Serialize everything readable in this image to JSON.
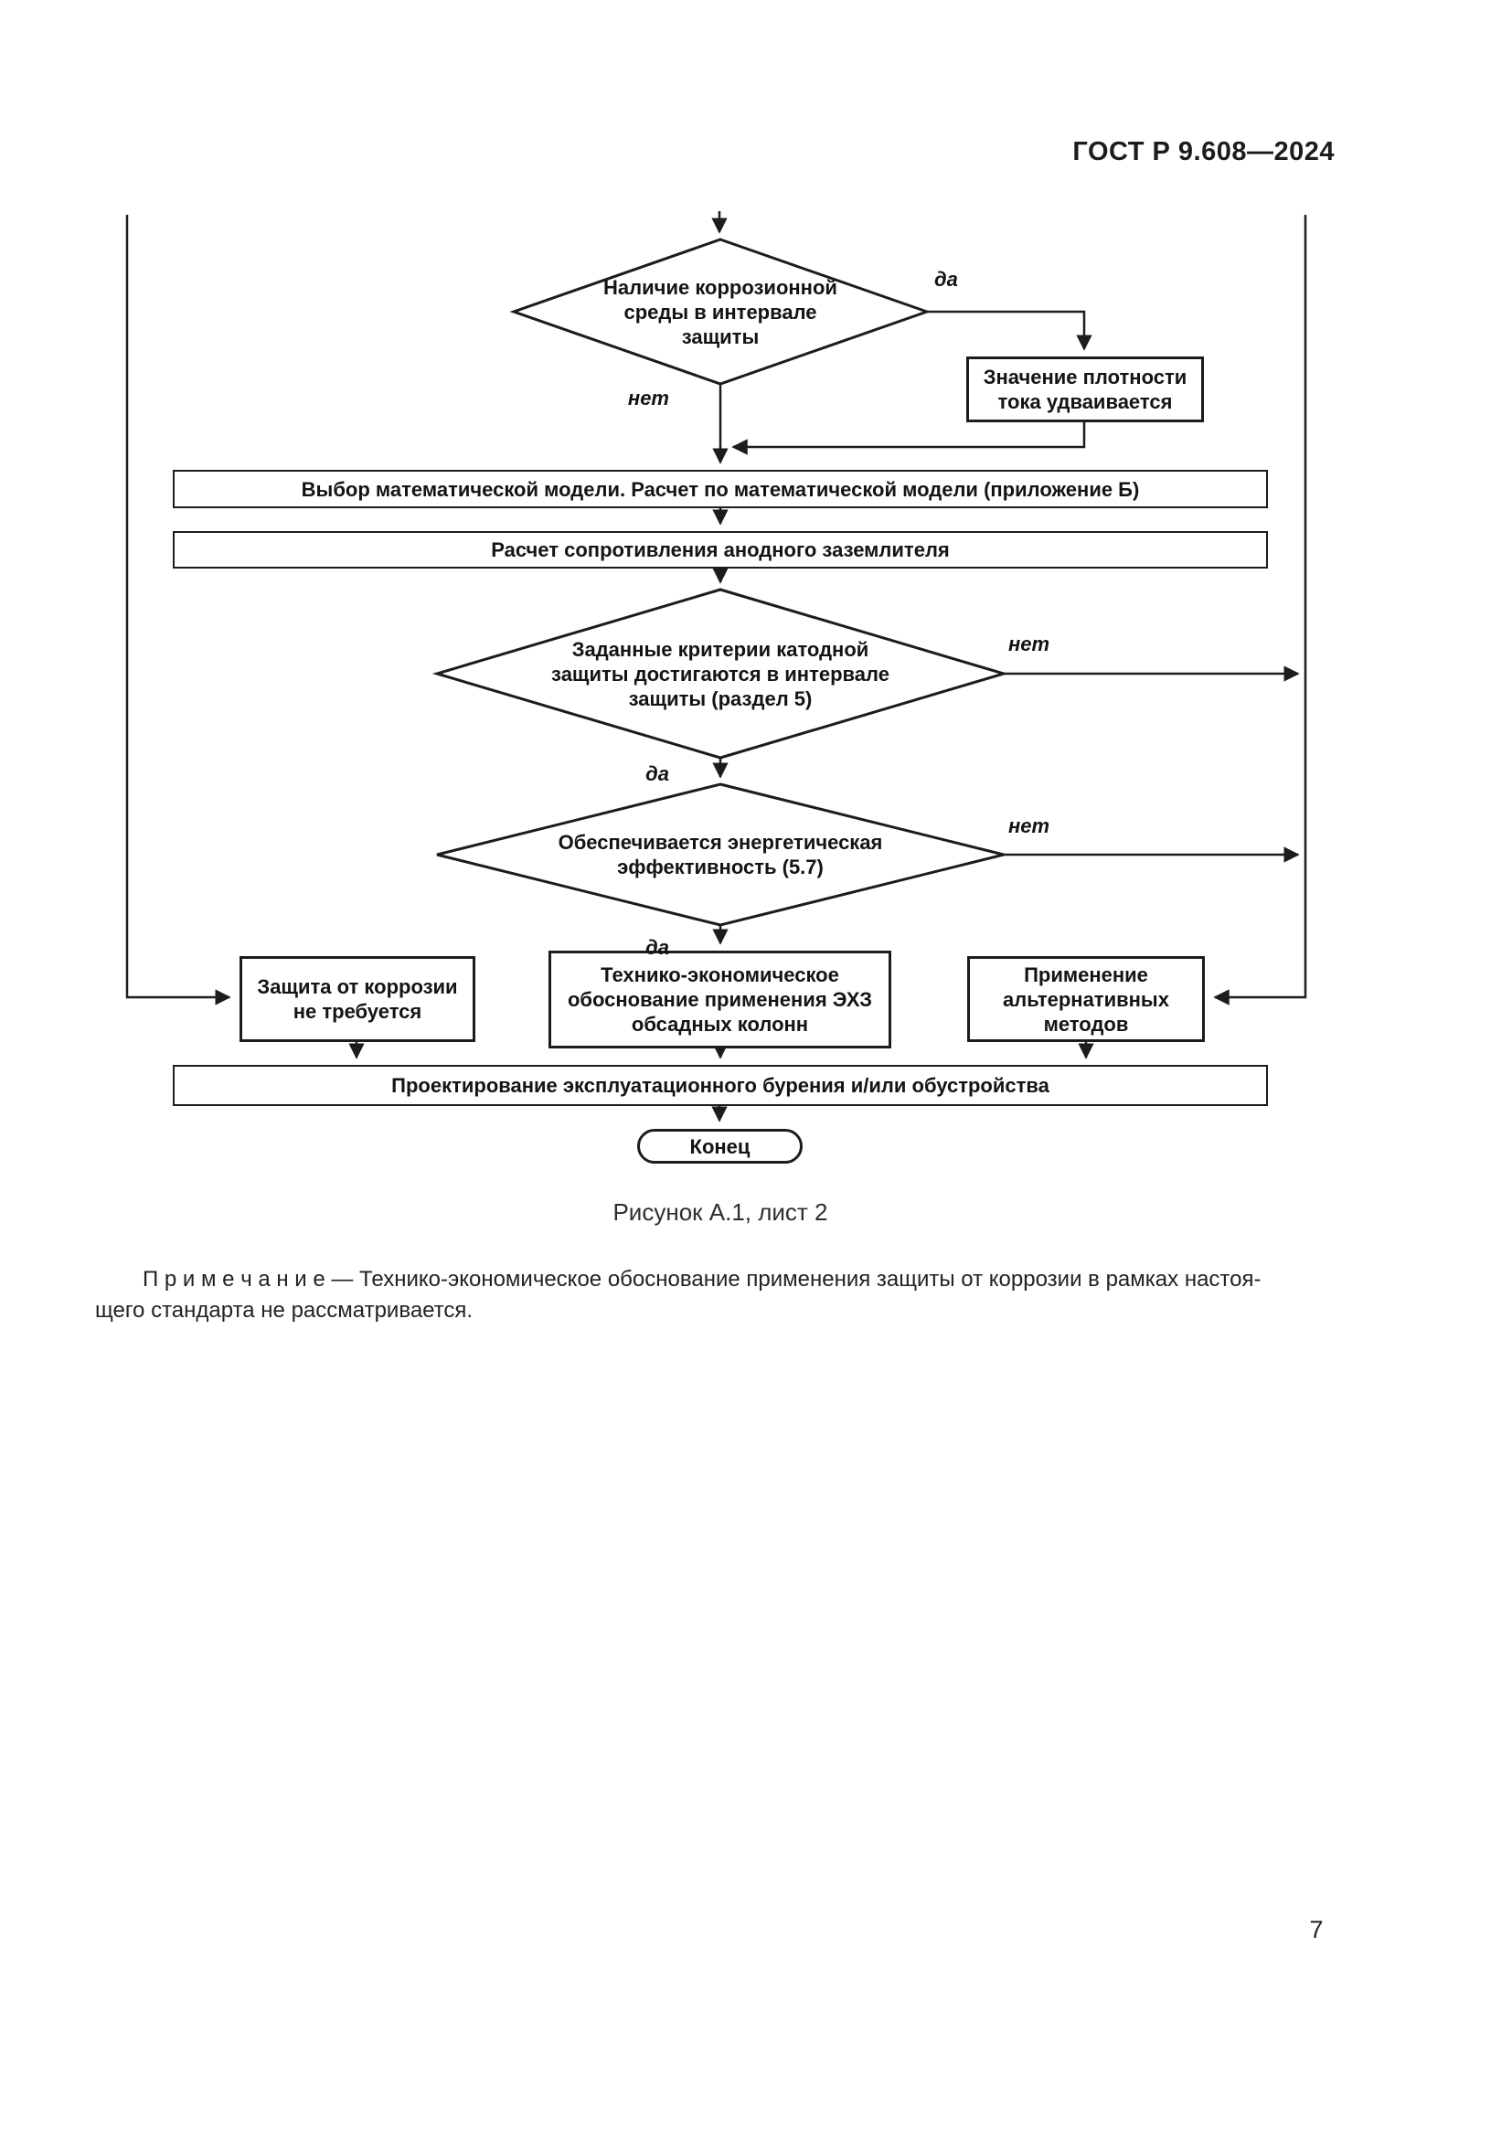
{
  "page": {
    "header": "ГОСТ Р 9.608—2024",
    "figure_caption": "Рисунок А.1, лист 2",
    "note_line1": "П р и м е ч а н и е  — Технико-экономическое обоснование применения защиты от коррозии в рамках настоя-",
    "note_line2": "щего стандарта не рассматривается.",
    "page_number": "7"
  },
  "flowchart": {
    "labels": {
      "yes": "да",
      "no": "нет"
    },
    "nodes": {
      "decision_corrosive_medium": [
        "Наличие коррозионной",
        "среды в интервале",
        "защиты"
      ],
      "current_density_doubles": [
        "Значение плотности",
        "тока удваивается"
      ],
      "model_selection": "Выбор математической модели. Расчет по математической модели (приложение Б)",
      "anode_resistance": "Расчет сопротивления анодного заземлителя",
      "decision_cathodic_criteria": [
        "Заданные критерии катодной",
        "защиты достигаются в интервале",
        "защиты (раздел 5)"
      ],
      "decision_energy_efficiency": [
        "Обеспечивается энергетическая",
        "эффективность (5.7)"
      ],
      "no_protection_needed": [
        "Защита от коррозии",
        "не требуется"
      ],
      "feasibility_study": [
        "Технико-экономическое",
        "обоснование применения ЭХЗ",
        "обсадных колонн"
      ],
      "alternative_methods": [
        "Применение",
        "альтернативных",
        "методов"
      ],
      "design_drilling": "Проектирование эксплуатационного бурения и/или обустройства",
      "end": "Конец"
    }
  }
}
